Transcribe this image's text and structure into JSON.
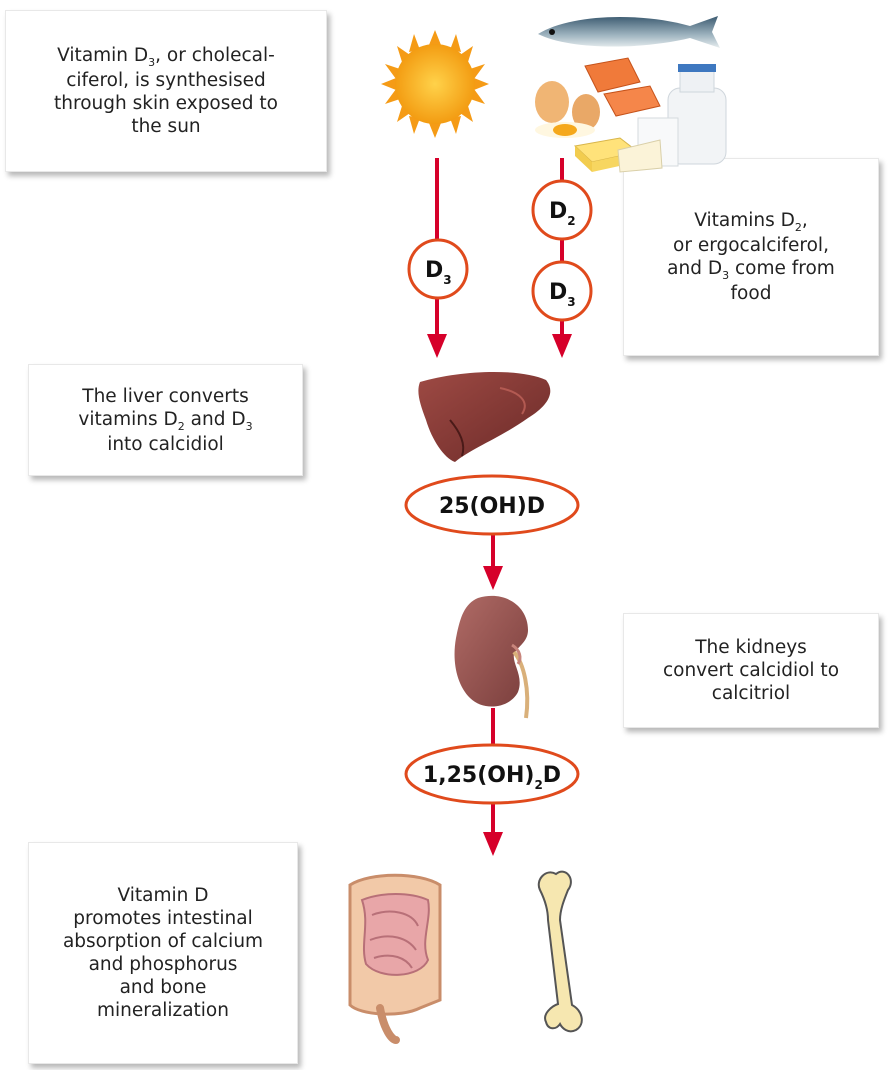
{
  "boxes": {
    "sun": {
      "line1a": "Vitamin D",
      "line1sub": "3",
      "line1b": ", or cholecal-",
      "line2": "ciferol, is synthesised",
      "line3": "through skin exposed to",
      "line4": "the sun"
    },
    "food": {
      "line1a": "Vitamins D",
      "line1sub": "2",
      "line1b": ",",
      "line2": "or ergocalciferol,",
      "line3a": "and D",
      "line3sub": "3",
      "line3b": " come from",
      "line4": "food"
    },
    "liver": {
      "line1": "The liver converts",
      "line2a": "vitamins D",
      "line2sub": "2",
      "line2b": " and D",
      "line2sub2": "3",
      "line3": "into calcidiol"
    },
    "kidney": {
      "line1": "The kidneys",
      "line2": "convert calcidiol to",
      "line3": "calcitriol"
    },
    "effect": {
      "line1": "Vitamin D",
      "line2": "promotes intestinal",
      "line3": "absorption of calcium",
      "line4": "and phosphorus",
      "line5": "and bone",
      "line6": "mineralization"
    }
  },
  "badges": {
    "d3_sun": {
      "main": "D",
      "sub": "3"
    },
    "d2_food": {
      "main": "D",
      "sub": "2"
    },
    "d3_food": {
      "main": "D",
      "sub": "3"
    },
    "calcidiol": {
      "main": "25(OH)D"
    },
    "calcitriol": {
      "a": "1,25(OH)",
      "sub": "2",
      "b": "D"
    }
  },
  "colors": {
    "arrow": "#d6002a",
    "badge_border": "#e04a1c",
    "sun": "#f7a41d",
    "liver": "#8a3a36",
    "kidney": "#9a5a58",
    "bone": "#f6e7b0"
  },
  "icons": [
    "sun-icon",
    "food-icon",
    "fish-icon",
    "liver-icon",
    "kidney-icon",
    "intestine-icon",
    "bone-icon"
  ]
}
